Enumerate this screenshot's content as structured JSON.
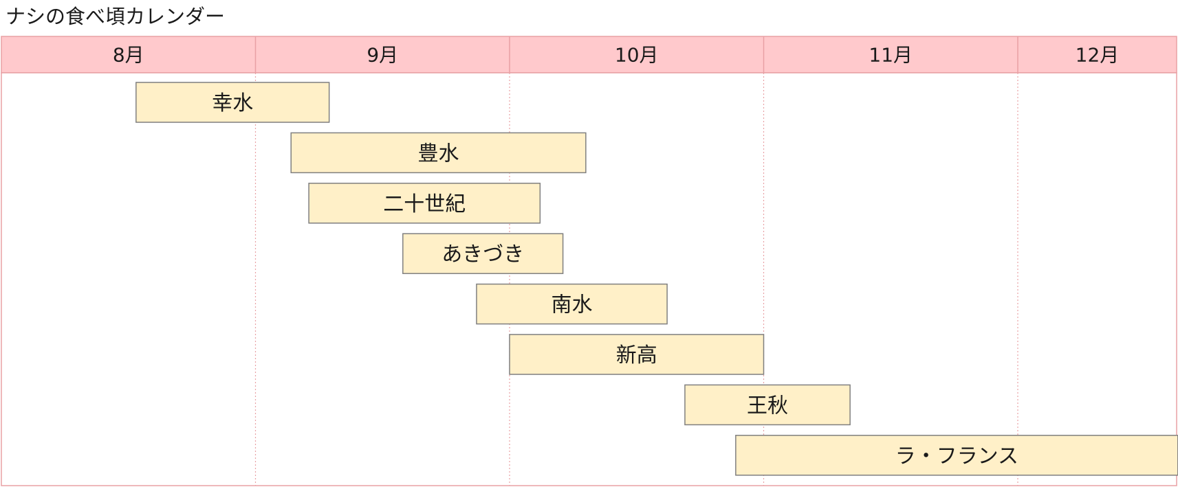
{
  "title": "ナシの食べ頃カレンダー",
  "chart_data": {
    "type": "gantt",
    "months": [
      "8月",
      "9月",
      "10月",
      "11月",
      "12月"
    ],
    "x_range": [
      8.0,
      12.63
    ],
    "series": [
      {
        "name": "幸水",
        "start": 8.53,
        "end": 9.29
      },
      {
        "name": "豊水",
        "start": 9.14,
        "end": 10.3
      },
      {
        "name": "二十世紀",
        "start": 9.21,
        "end": 10.12
      },
      {
        "name": "あきづき",
        "start": 9.58,
        "end": 10.21
      },
      {
        "name": "南水",
        "start": 9.87,
        "end": 10.62
      },
      {
        "name": "新高",
        "start": 10.0,
        "end": 11.0
      },
      {
        "name": "王秋",
        "start": 10.69,
        "end": 11.34
      },
      {
        "name": "ラ・フランス",
        "start": 10.89,
        "end": 12.63
      }
    ],
    "colors": {
      "header_fill": "#ffc9cc",
      "header_border": "#e8a0a4",
      "grid_line": "#e8a0a4",
      "bar_fill": "#fff0c8",
      "bar_border": "#7f7f7f"
    }
  }
}
